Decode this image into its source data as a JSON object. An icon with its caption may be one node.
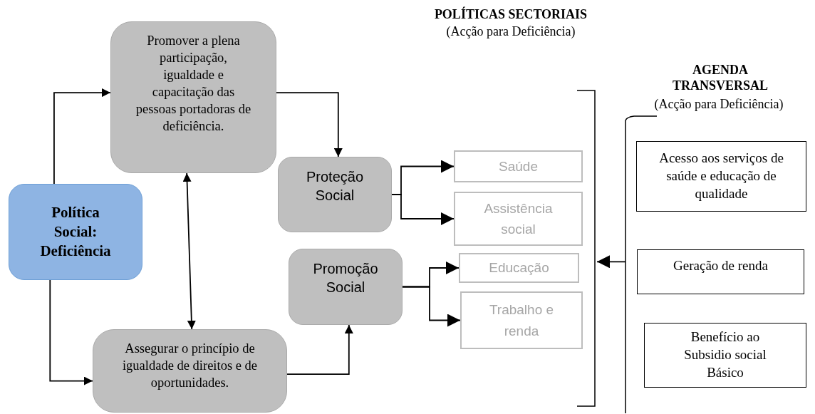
{
  "diagram": {
    "nodes": [
      {
        "text": [
          "Política Social: Deficiência"
        ]
      },
      {
        "text": [
          "Promover a plena participação, igualdade e capacitação das pessoas portadoras de deficiência."
        ]
      },
      {
        "text": [
          "Assegurar o princípio de igualdade de direitos e de oportunidades."
        ]
      },
      {
        "text": [
          "Proteção Social"
        ],
        "in": 12
      },
      {
        "text": [
          "Promoção Social"
        ],
        "in": 12
      },
      {
        "text": [
          "Saúde"
        ],
        "in": 12
      },
      {
        "text": [
          "Assistência social"
        ],
        "in": 12
      },
      {
        "text": [
          "Educação"
        ],
        "in": 12
      },
      {
        "text": [
          "Trabalho e renda"
        ],
        "in": 12
      },
      {
        "text": [
          "Acesso aos serviços de saúde e educação de qualidade"
        ],
        "in": 13
      },
      {
        "text": [
          "Geração de renda"
        ],
        "in": 13
      },
      {
        "text": [
          "Benefício ao Subsidio social Básico"
        ],
        "in": 13
      },
      {
        "text": [
          "POLÍTICAS SECTORIAIS",
          "(Acção para Deficiência)"
        ]
      },
      {
        "text": [
          "AGENDA TRANSVERSAL",
          "(Acção para Deficiência)"
        ]
      }
    ],
    "edges": [
      {
        "from": 0,
        "to": 1,
        "arrow": "to"
      },
      {
        "from": 0,
        "to": 2,
        "arrow": "to"
      },
      {
        "from": 1,
        "to": 2,
        "arrow": "both"
      },
      {
        "from": 1,
        "to": 3,
        "arrow": "to"
      },
      {
        "from": 2,
        "to": 4,
        "arrow": "to"
      },
      {
        "from": 3,
        "to": 5,
        "arrow": "to"
      },
      {
        "from": 3,
        "to": 6,
        "arrow": "to"
      },
      {
        "from": 4,
        "to": 7,
        "arrow": "to"
      },
      {
        "from": 4,
        "to": 8,
        "arrow": "to"
      },
      {
        "from": 13,
        "to": 12,
        "arrow": "to"
      }
    ]
  }
}
